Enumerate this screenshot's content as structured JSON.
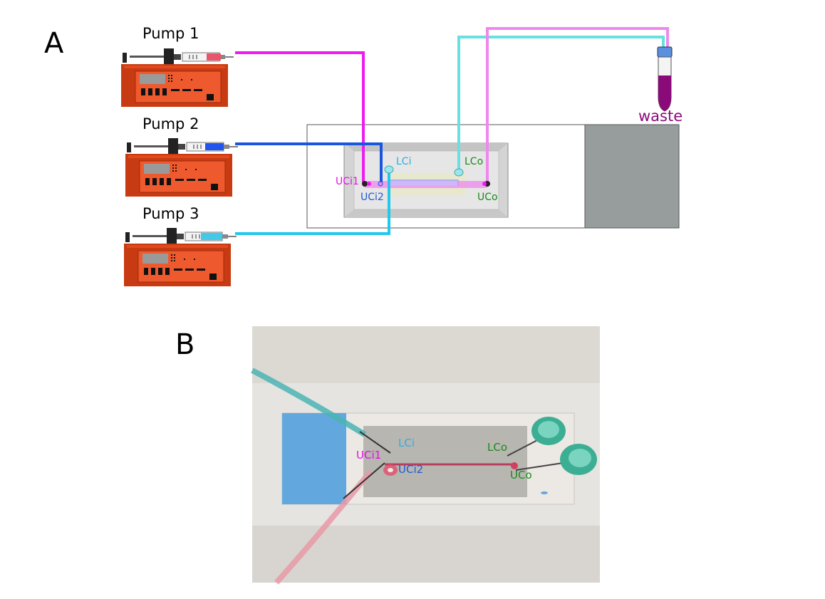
{
  "panels": {
    "a": "A",
    "b": "B"
  },
  "pumps": [
    {
      "label": "Pump 1",
      "syringe_fill": "#e8566a",
      "tube_color": "#ee1cee"
    },
    {
      "label": "Pump 2",
      "syringe_fill": "#2255ee",
      "tube_color": "#1a55e0"
    },
    {
      "label": "Pump 3",
      "syringe_fill": "#44c8e8",
      "tube_color": "#22c8ec"
    }
  ],
  "ports": {
    "uci1": "UCi1",
    "uci2": "UCi2",
    "lci": "LCi",
    "lco": "LCo",
    "uco": "UCo"
  },
  "waste": {
    "label": "waste",
    "color": "#8b0a7a"
  },
  "colors": {
    "pump_body": "#cc3a14",
    "upper_channel": "#ee88ee",
    "lower_channel": "#66e0e0",
    "label_magenta": "#e010e0",
    "label_blue": "#1e5ad8",
    "label_cyan": "#2aaee8",
    "label_green": "#1a8a1a",
    "clamp_grey": "#9aa0a0"
  },
  "photo_labels": {
    "lci": "LCi",
    "uci1": "UCi1",
    "uci2": "UCi2",
    "lco": "LCo",
    "uco": "UCo"
  }
}
